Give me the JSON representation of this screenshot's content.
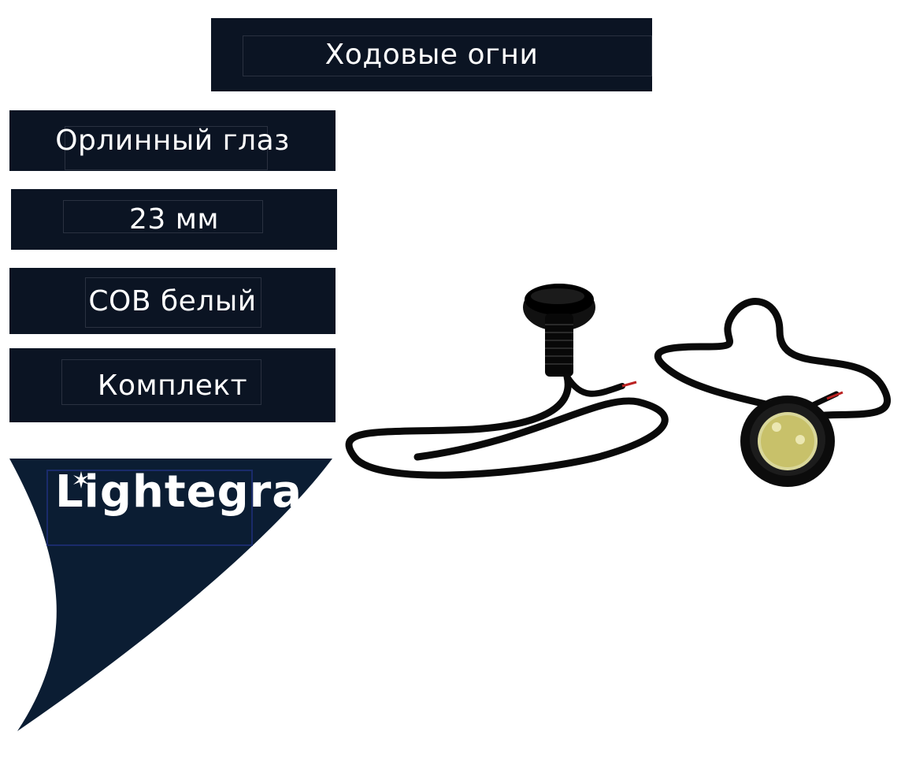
{
  "header": {
    "title": "Ходовые огни"
  },
  "features": [
    {
      "label": "Орлинный глаз"
    },
    {
      "label": "23 мм"
    },
    {
      "label": "COB белый"
    },
    {
      "label": "Комплект"
    }
  ],
  "brand": {
    "name": "Lightegra",
    "banner_color": "#0b1d33"
  },
  "colors": {
    "box_background": "#0b1423",
    "text": "#ffffff",
    "page_background": "#ffffff"
  },
  "icons": {
    "brand_star": "star-burst-icon",
    "product": "led-eagle-eye-lights-image"
  }
}
